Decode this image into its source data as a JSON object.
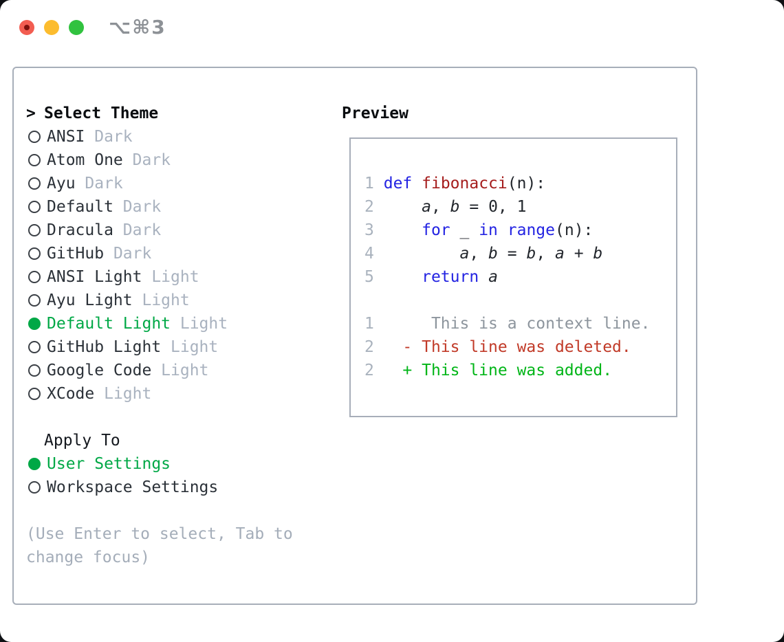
{
  "window": {
    "shortcut_label": "⌥⌘3",
    "traffic_lights": [
      {
        "name": "close",
        "color": "#f25d51",
        "has_dot": true
      },
      {
        "name": "minimize",
        "color": "#fcbc2e",
        "has_dot": false
      },
      {
        "name": "zoom",
        "color": "#31c23f",
        "has_dot": false
      }
    ]
  },
  "theme_picker": {
    "title_marker": ">",
    "title": "Select Theme",
    "items": [
      {
        "name": "ANSI",
        "tag": "Dark",
        "selected": false
      },
      {
        "name": "Atom One",
        "tag": "Dark",
        "selected": false
      },
      {
        "name": "Ayu",
        "tag": "Dark",
        "selected": false
      },
      {
        "name": "Default",
        "tag": "Dark",
        "selected": false
      },
      {
        "name": "Dracula",
        "tag": "Dark",
        "selected": false
      },
      {
        "name": "GitHub",
        "tag": "Dark",
        "selected": false
      },
      {
        "name": "ANSI Light",
        "tag": "Light",
        "selected": false
      },
      {
        "name": "Ayu Light",
        "tag": "Light",
        "selected": false
      },
      {
        "name": "Default Light",
        "tag": "Light",
        "selected": true
      },
      {
        "name": "GitHub Light",
        "tag": "Light",
        "selected": false
      },
      {
        "name": "Google Code",
        "tag": "Light",
        "selected": false
      },
      {
        "name": "XCode",
        "tag": "Light",
        "selected": false
      }
    ],
    "apply_to": {
      "title": "Apply To",
      "options": [
        {
          "name": "User Settings",
          "selected": true
        },
        {
          "name": "Workspace Settings",
          "selected": false
        }
      ]
    },
    "hint": "(Use Enter to select, Tab to change focus)"
  },
  "preview": {
    "title": "Preview",
    "lines": [
      [
        {
          "s": "ln",
          "t": "1"
        },
        {
          "s": "pl",
          "t": " "
        },
        {
          "s": "kw",
          "t": "def"
        },
        {
          "s": "pl",
          "t": " "
        },
        {
          "s": "fn",
          "t": "fibonacci"
        },
        {
          "s": "pl",
          "t": "(n):"
        }
      ],
      [
        {
          "s": "ln",
          "t": "2"
        },
        {
          "s": "pl",
          "t": "     "
        },
        {
          "s": "va",
          "t": "a"
        },
        {
          "s": "pl",
          "t": ", "
        },
        {
          "s": "va",
          "t": "b"
        },
        {
          "s": "pl",
          "t": " = 0, 1"
        }
      ],
      [
        {
          "s": "ln",
          "t": "3"
        },
        {
          "s": "pl",
          "t": "     "
        },
        {
          "s": "kw",
          "t": "for"
        },
        {
          "s": "pl",
          "t": " _ "
        },
        {
          "s": "kw",
          "t": "in"
        },
        {
          "s": "pl",
          "t": " "
        },
        {
          "s": "kw",
          "t": "range"
        },
        {
          "s": "pl",
          "t": "(n):"
        }
      ],
      [
        {
          "s": "ln",
          "t": "4"
        },
        {
          "s": "pl",
          "t": "         "
        },
        {
          "s": "va",
          "t": "a"
        },
        {
          "s": "pl",
          "t": ", "
        },
        {
          "s": "va",
          "t": "b"
        },
        {
          "s": "pl",
          "t": " = "
        },
        {
          "s": "va",
          "t": "b"
        },
        {
          "s": "pl",
          "t": ", "
        },
        {
          "s": "va",
          "t": "a"
        },
        {
          "s": "pl",
          "t": " + "
        },
        {
          "s": "va",
          "t": "b"
        }
      ],
      [
        {
          "s": "ln",
          "t": "5"
        },
        {
          "s": "pl",
          "t": "     "
        },
        {
          "s": "kw",
          "t": "return"
        },
        {
          "s": "pl",
          "t": " "
        },
        {
          "s": "va",
          "t": "a"
        }
      ],
      [],
      [
        {
          "s": "ln",
          "t": "1"
        },
        {
          "s": "pl",
          "t": "      "
        },
        {
          "s": "ct",
          "t": "This is a context line."
        }
      ],
      [
        {
          "s": "ln",
          "t": "2"
        },
        {
          "s": "pl",
          "t": "   "
        },
        {
          "s": "de",
          "t": "- This line was deleted."
        }
      ],
      [
        {
          "s": "ln",
          "t": "2"
        },
        {
          "s": "pl",
          "t": "   "
        },
        {
          "s": "ad",
          "t": "+ This line was added."
        }
      ]
    ]
  },
  "colors": {
    "selection_green": "#00a846",
    "added_green": "#00b517",
    "deleted_red": "#c13a28",
    "keyword_blue": "#2323e2",
    "function_red": "#a51d1d",
    "muted_gray": "#a9b2bf",
    "context_gray": "#8d959d",
    "hint_gray": "#a4adb9",
    "panel_border": "#a7aeb9",
    "traffic_red": "#f25d51",
    "traffic_yellow": "#fcbc2e",
    "traffic_green": "#31c23f"
  }
}
